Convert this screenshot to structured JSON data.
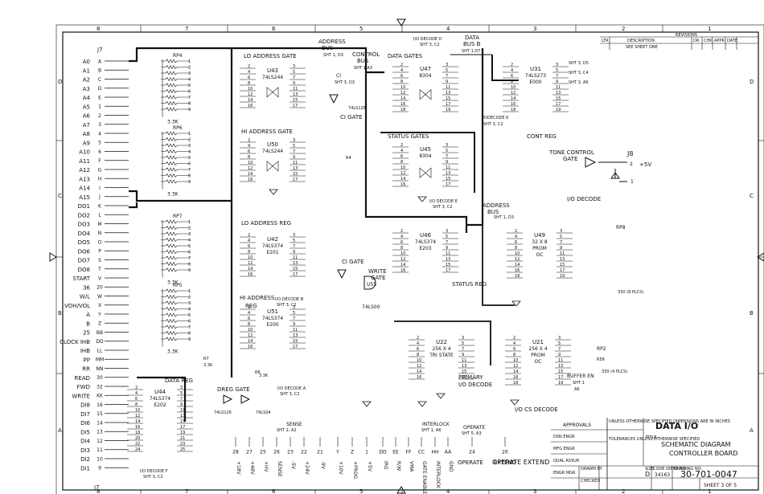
{
  "zones_top": [
    "8",
    "7",
    "6",
    "5",
    "4",
    "3",
    "2",
    "1"
  ],
  "zones_side": [
    "D",
    "C",
    "B",
    "A"
  ],
  "connector_j7_label": "J7",
  "connector_j7_bottom": "J7",
  "pins": [
    {
      "sig": "A0",
      "pin": "A"
    },
    {
      "sig": "A1",
      "pin": "B"
    },
    {
      "sig": "A2",
      "pin": "C"
    },
    {
      "sig": "A3",
      "pin": "D"
    },
    {
      "sig": "A4",
      "pin": "E"
    },
    {
      "sig": "A5",
      "pin": "1"
    },
    {
      "sig": "A6",
      "pin": "2"
    },
    {
      "sig": "A7",
      "pin": "3"
    },
    {
      "sig": "A8",
      "pin": "4"
    },
    {
      "sig": "A9",
      "pin": "5"
    },
    {
      "sig": "A10",
      "pin": "6"
    },
    {
      "sig": "A11",
      "pin": "F"
    },
    {
      "sig": "A12",
      "pin": "G"
    },
    {
      "sig": "A13",
      "pin": "H"
    },
    {
      "sig": "A14",
      "pin": "I"
    },
    {
      "sig": "A15",
      "pin": "J"
    },
    {
      "sig": "DO1",
      "pin": "K"
    },
    {
      "sig": "DO2",
      "pin": "L"
    },
    {
      "sig": "DO3",
      "pin": "M"
    },
    {
      "sig": "DO4",
      "pin": "N"
    },
    {
      "sig": "DO5",
      "pin": "O"
    },
    {
      "sig": "DO6",
      "pin": "P"
    },
    {
      "sig": "DO7",
      "pin": "S"
    },
    {
      "sig": "DO8",
      "pin": "T"
    },
    {
      "sig": "START",
      "pin": "V"
    },
    {
      "sig": "36",
      "pin": "20"
    },
    {
      "sig": "W/L",
      "pin": "W"
    },
    {
      "sig": "VOH/VOL",
      "pin": "X"
    },
    {
      "sig": "A",
      "pin": "Y"
    },
    {
      "sig": "B",
      "pin": "Z"
    },
    {
      "sig": "25",
      "pin": "BB"
    },
    {
      "sig": "CLOCK IHB",
      "pin": "DD"
    },
    {
      "sig": "IHB",
      "pin": "LL"
    },
    {
      "sig": "PP",
      "pin": "MM"
    },
    {
      "sig": "RR",
      "pin": "NN"
    },
    {
      "sig": "READ",
      "pin": "30"
    },
    {
      "sig": "FWD",
      "pin": "32"
    },
    {
      "sig": "WRITE",
      "pin": "KK"
    },
    {
      "sig": "DI8",
      "pin": "16"
    },
    {
      "sig": "DI7",
      "pin": "15"
    },
    {
      "sig": "DI6",
      "pin": "14"
    },
    {
      "sig": "DI5",
      "pin": "13"
    },
    {
      "sig": "DI4",
      "pin": "12"
    },
    {
      "sig": "DI3",
      "pin": "11"
    },
    {
      "sig": "DI2",
      "pin": "10"
    },
    {
      "sig": "DI1",
      "pin": "9"
    }
  ],
  "labels": {
    "rp4": "RP4",
    "rp6": "RP6",
    "rp7": "RP7",
    "rp5": "RP5",
    "r3k_1": "3.3K",
    "r3k_2": "3.3K",
    "r3k_3": "3.3K",
    "r3k_4": "3.3K",
    "lo_addr_gate": "LO ADDRESS GATE",
    "u43": "U43",
    "u43_type": "74LS244",
    "hi_addr_gate": "HI ADDRESS GATE",
    "u50": "U50",
    "u50_type": "74LS244",
    "lo_addr_reg": "LO ADDRESS REG",
    "u42": "U42",
    "u42_type": "74LS374",
    "u42_loc": "E201",
    "hi_addr_reg": "HI ADDRESS",
    "hi_addr_reg2": "REG",
    "u51": "U51",
    "u51_type": "74LS374",
    "u51_loc": "E200",
    "data_reg": "DATA REG",
    "u44": "U44",
    "u44_type": "74LS374",
    "u44_loc": "E202",
    "address_bus": "ADDRESS",
    "address_bus2": "BUS",
    "address_bus_ref": "SHT 1, D3",
    "control_bus": "CONTROL",
    "control_bus2": "BUS",
    "control_bus_ref": "SHT 1,A3",
    "data_gates": "DATA  GATES",
    "u47": "U47",
    "u47_type": "8304",
    "data_bus_b": "DATA",
    "data_bus_b2": "BUS B",
    "data_bus_b_ref": "SHT 1,D7",
    "io_decode_d": "I/O DECODE D",
    "io_decode_d_ref": "SHT 3, C2",
    "u31": "U31",
    "u31_type": "74LS273",
    "u31_loc": "E000",
    "cont_reg": "CONT REG",
    "status_gates": "STATUS GATES",
    "u45": "U45",
    "u45_type": "8304",
    "u46": "U46",
    "u46_type": "74LS374",
    "u46_loc": "E203",
    "status_reg": "STATUS REG",
    "write_gate": "WRITE",
    "write_gate2": "GATE",
    "u55": "U55",
    "u55_type": "74LS00",
    "ci_gate": "CI GATE",
    "ci_gate2": "CI GATE",
    "ci_ref": "CI",
    "ci_ref2": "SHT 3, D3",
    "u48": "74LS126",
    "tone_gate": "TONE CONTROL",
    "tone_gate2": "GATE",
    "j8": "J8",
    "plus5v": "+5V",
    "io_decode_title": "I/O DECODE",
    "u49": "U49",
    "u49_type": "32 X 8",
    "u49_type2": "PROM",
    "u49_oc": "OC",
    "rp8": "RP8",
    "rp8_val": "330 (8 PLCS)",
    "addr_bus2": "ADDRESS",
    "addr_bus2b": "BUS",
    "addr_bus2_ref": "SHT 1, D3",
    "u22": "U22",
    "u22_type": "256 X 4",
    "u22_type2": "TRI STATE",
    "primary": "PRIMARY",
    "primary2": "I/O DECODE",
    "u21": "U21",
    "u21_type": "256 X 4",
    "u21_type2": "PROM",
    "u21_oc": "OC",
    "io_cs_decode": "I/O CS DECODE",
    "buffer_en": "BUFFER EN",
    "buffer_ref": "SHT 1",
    "buffer_ref2": "A6",
    "rp2": "RP2",
    "rp2_val": "330 (4 PLCS)",
    "r58": "R58",
    "dreg_gate": "DREG GATE",
    "u52": "74LS126",
    "u53": "74LS04",
    "sense": "SENSE",
    "sense_ref": "SHT 2, A2",
    "operate": "OPERATE",
    "operate_ref": "SHT 5, A3",
    "interlock": "INTERLOCK",
    "interlock_ref": "SHT 1, A6",
    "operate_extend": "OPERATE  EXTEND",
    "io_decode_f": "I/O DECODE F",
    "io_decode_f_ref": "SHT 3, C2",
    "io_decode_b": "I/O DECODE B",
    "io_decode_b_ref": "SHT 3, C2",
    "io_decode_a": "I/O DECODE A",
    "io_decode_a_ref": "SHT 3, C2",
    "io_decode_e": "I/O DECODE E",
    "io_decode_e_ref": "SHT 3, C2",
    "cont_labels": [
      "SHT 3, D5",
      "SHT 3, C4",
      "SHT 3, A6"
    ],
    "u31_pins": [
      "I/ODECODE K",
      "SHT 3, C2"
    ],
    "r7": "R7",
    "r7_val": "3.3K",
    "r6": "R6",
    "r6_val": "3.3K",
    "r4": "R4"
  },
  "bottom_pins": [
    {
      "num": "28",
      "sig": "+18V"
    },
    {
      "num": "27",
      "sig": "+48V"
    },
    {
      "num": "25",
      "sig": "+HV"
    },
    {
      "num": "26",
      "sig": "SENSE"
    },
    {
      "num": "23",
      "sig": "-5V"
    },
    {
      "num": "22",
      "sig": "+24V"
    },
    {
      "num": "21",
      "sig": "-9V"
    },
    {
      "num": "Y",
      "sig": "+10V"
    },
    {
      "num": "Z",
      "sig": "+PROG"
    },
    {
      "num": "1",
      "sig": "+5V"
    },
    {
      "num": "DD",
      "sig": "IRG"
    },
    {
      "num": "EE",
      "sig": "R/W"
    },
    {
      "num": "FF",
      "sig": "VMA"
    },
    {
      "num": "CC",
      "sig": "GATE ENABLE"
    },
    {
      "num": "HH",
      "sig": "INTERLOCK"
    },
    {
      "num": "AA",
      "sig": "GND"
    },
    {
      "num": "24",
      "sig": "OPERATE"
    },
    {
      "num": "26",
      "sig": "EXTEND"
    }
  ],
  "revisions": {
    "title": "REVISIONS",
    "cols": [
      "LTR",
      "DESCRIPTION",
      "DR",
      "CHK",
      "APPR",
      "DATE"
    ],
    "row": [
      "",
      "SEE SHEET ONE",
      "",
      "",
      "",
      ""
    ]
  },
  "title_block": {
    "approvals": "APPROVALS",
    "notes": "UNLESS OTHERWISE SPECIFIED DIMENSIONS ARE IN INCHES",
    "tolerances": "TOLERANCES UNLESS OTHERWISE SPECIFIED",
    "logo": "DATA I/O",
    "title_label": "TITLE",
    "title1": "SCHEMATIC DIAGRAM",
    "title2": "CONTROLLER BOARD",
    "size_label": "SIZE",
    "size": "D",
    "code_label": "CODE IDENT NO.",
    "code": "34163",
    "dwg_label": "DRAWING NO.",
    "dwg": "30-701-0047",
    "sheet": "SHEET 3 OF 5",
    "rows": [
      "DSN ENGR",
      "MFG ENGR",
      "QUAL ASSUR",
      "ENGR MGR"
    ],
    "cols": [
      "DRAWN BY",
      "CHECKED"
    ]
  }
}
